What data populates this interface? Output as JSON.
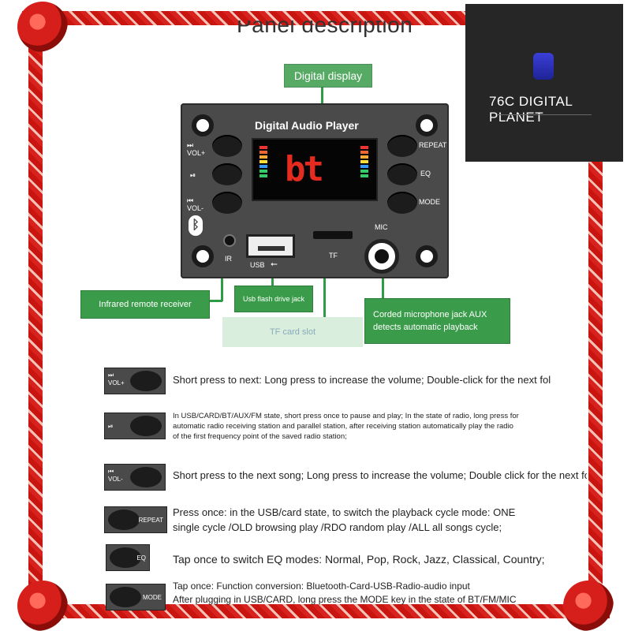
{
  "page_title": "Panel description",
  "brand": {
    "name": "76C DIGITAL PLANET"
  },
  "colors": {
    "accent_green": "#3a9c4a",
    "border_red": "#d8221d",
    "panel_gray": "#4a4a4a"
  },
  "panel": {
    "title": "Digital Audio Player",
    "display_text": "bt",
    "left_labels": [
      "⏭\nVOL+",
      "⏯",
      "⏮\nVOL-"
    ],
    "right_labels": [
      "REPEAT",
      "EQ",
      "MODE"
    ],
    "usb_label": "USB",
    "usb_symbol": "⭠",
    "tf_label": "TF",
    "mic_label": "MIC",
    "ir_label": "IR",
    "bt_symbol": "ᛒ"
  },
  "callouts": {
    "digital_display": "Digital display",
    "infrared": "Infrared remote receiver",
    "usb": "Usb flash drive jack",
    "tf": "TF card slot",
    "mic": "Corded microphone jack AUX\ndetects automatic playback"
  },
  "rows": [
    {
      "button": "⏭\nVOL+",
      "text": "Short press to next: Long press to increase the volume; Double-click for the next fol"
    },
    {
      "button": "⏯",
      "text": "In USB/CARD/BT/AUX/FM state, short press once to pause and play; In the state of radio, long press for automatic radio receiving station and parallel station, after receiving station automatically play the radio of the first frequency point of the saved radio station;"
    },
    {
      "button": "⏮\nVOL-",
      "text": "Short press to the next song; Long press to increase the volume; Double click for the next fo  r;"
    },
    {
      "button": "REPEAT",
      "text": "Press once: in the USB/card state, to switch the playback cycle mode: ONE single cycle /OLD browsing play /RDO random play /ALL all songs cycle;"
    },
    {
      "button": "EQ",
      "text": "Tap once to switch EQ modes: Normal, Pop, Rock, Jazz, Classical, Country;"
    },
    {
      "button": "MODE",
      "text": "Tap once: Function conversion: Bluetooth-Card-USB-Radio-audio input\nAfter plugging in USB/CARD, long press the MODE key in the state of BT/FM/MIC"
    }
  ]
}
